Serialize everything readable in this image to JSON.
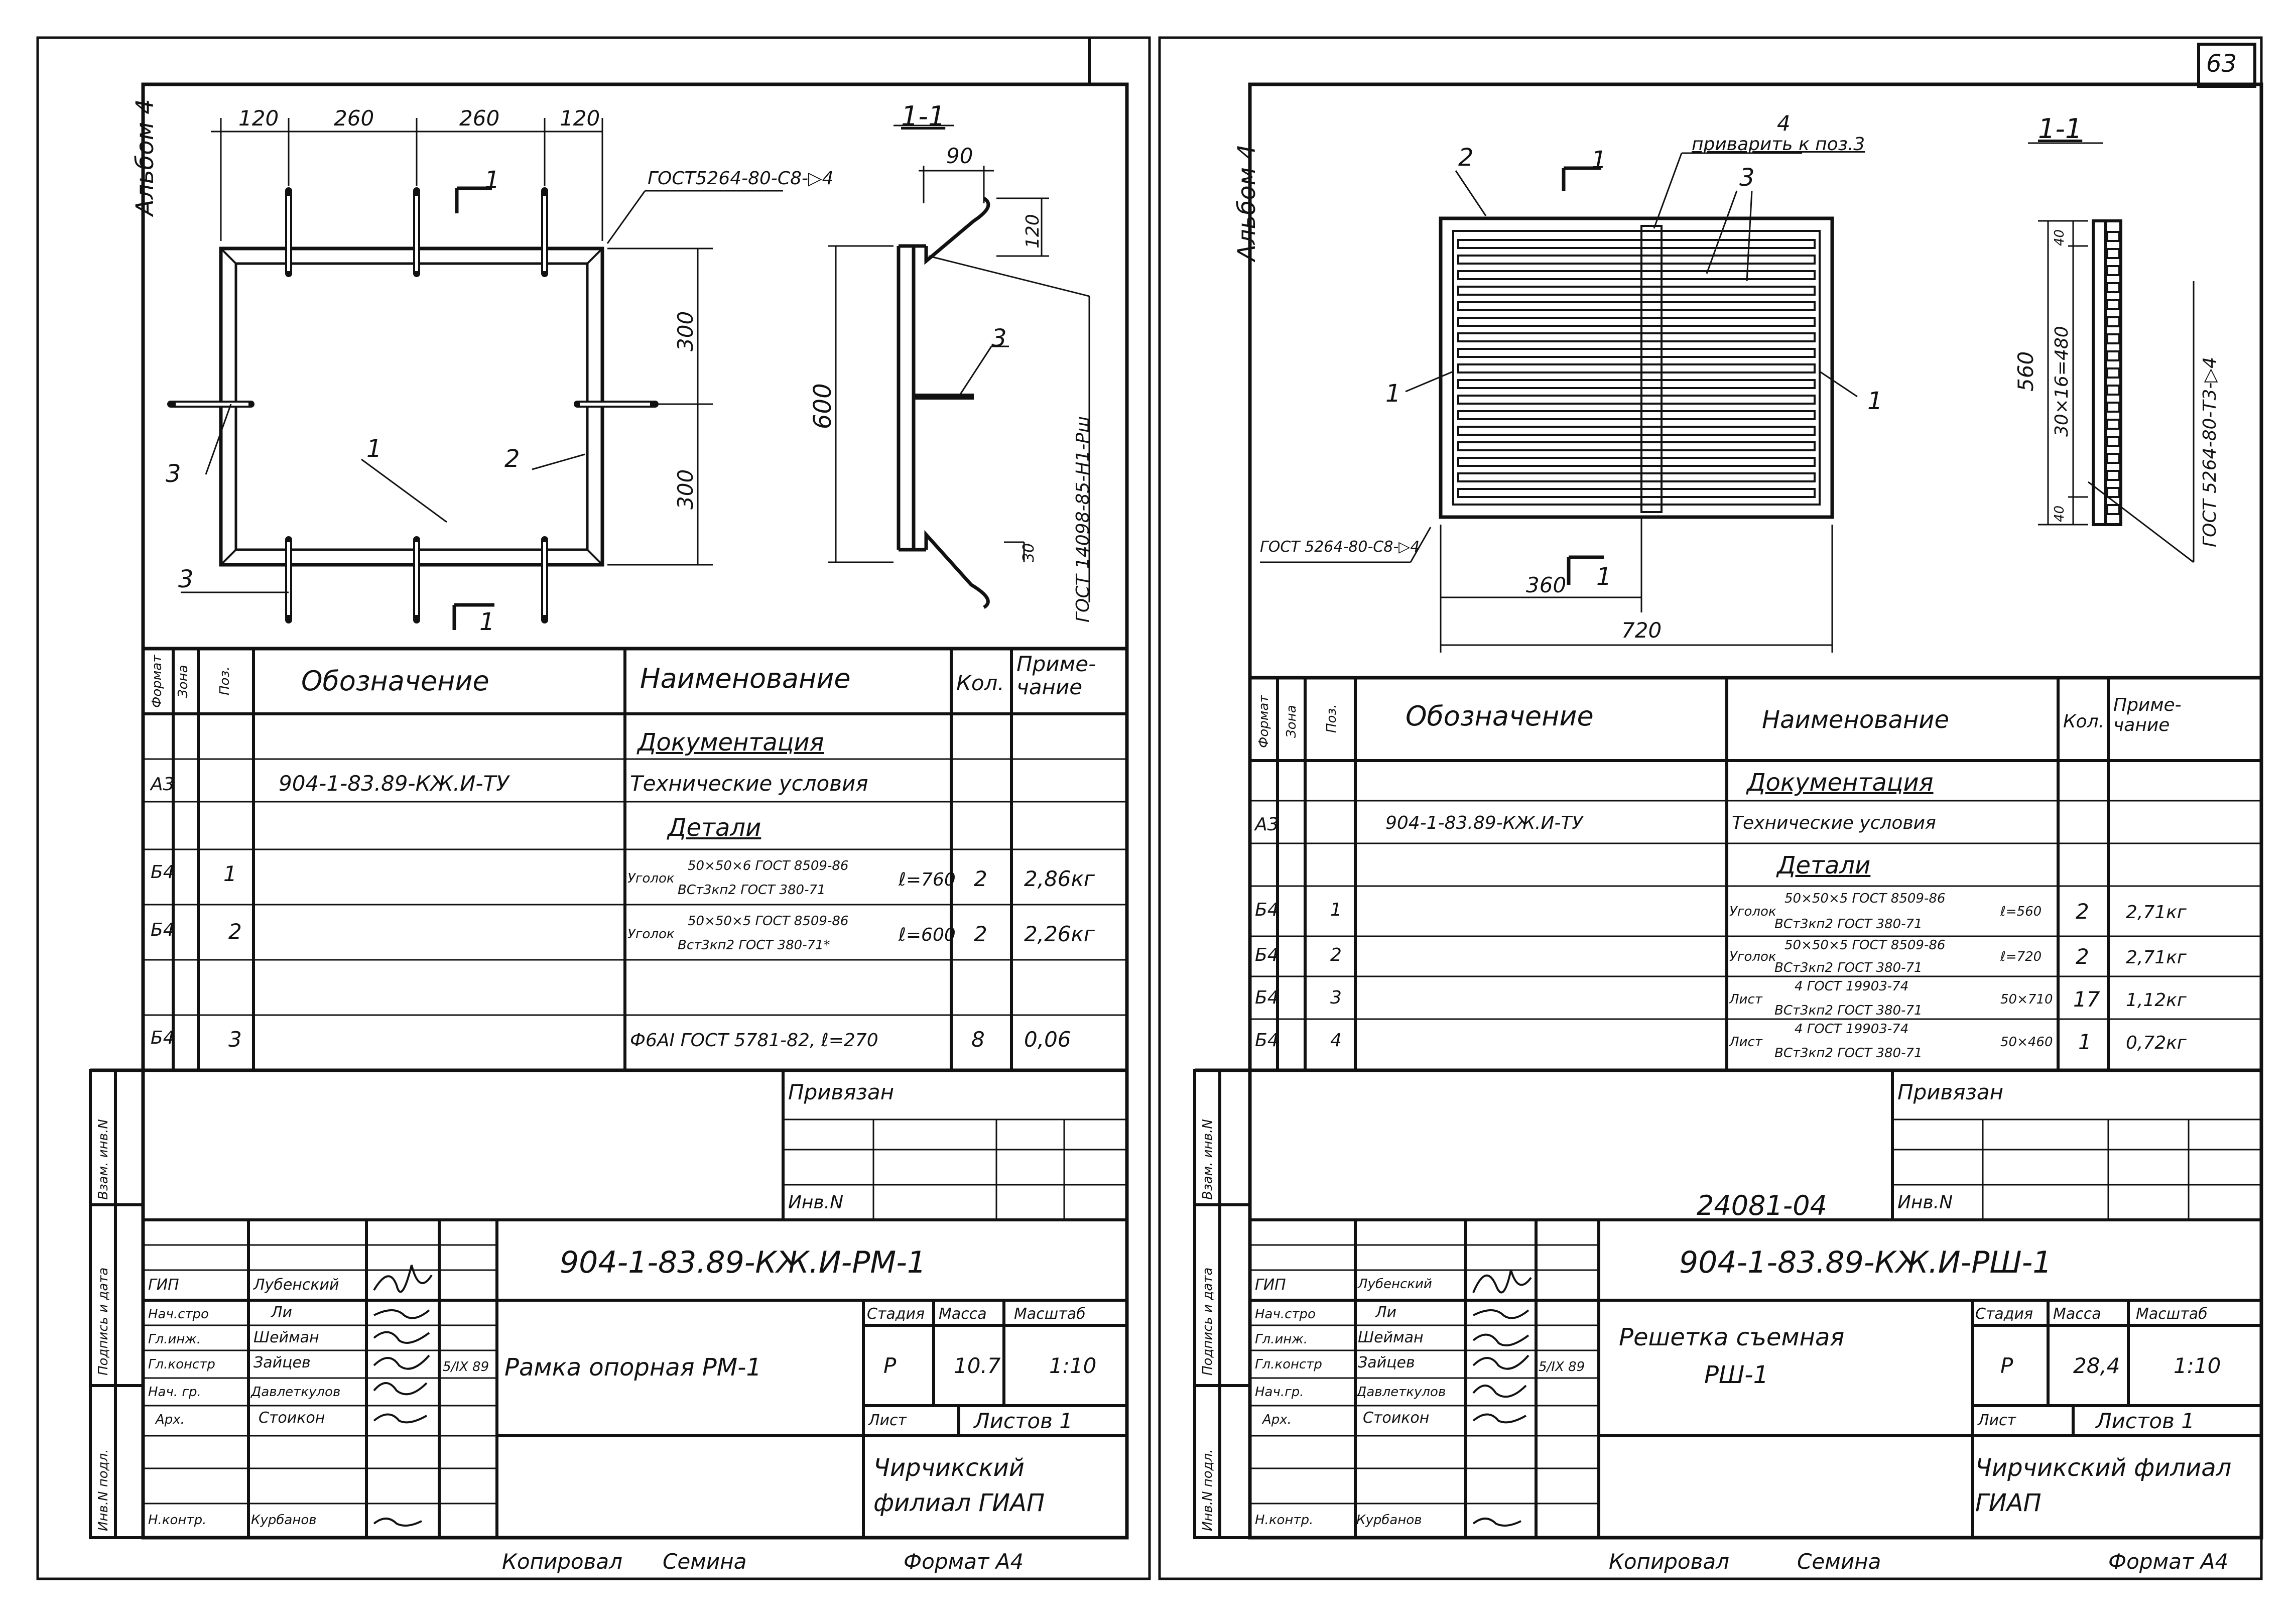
{
  "page_number": "63",
  "album": "Альбом 4",
  "left": {
    "section_label": "1-1",
    "dims_top": [
      "120",
      "260",
      "260",
      "120"
    ],
    "dim_300_a": "300",
    "dim_300_b": "300",
    "dim_600": "600",
    "dim_90": "90",
    "dim_120": "120",
    "dim_30": "30",
    "cut_mark": "1",
    "callouts": [
      "1",
      "2",
      "3",
      "3",
      "3"
    ],
    "weld_note": "ГОСТ5264-80-С8-▷4",
    "gost_side": "ГОСТ 14098-85-Н1-Рш",
    "table_headers": {
      "format": "Формат",
      "zone": "Зона",
      "pos": "Поз.",
      "designation": "Обозначение",
      "name": "Наименование",
      "qty": "Кол.",
      "note": "Приме- чание"
    },
    "rows": [
      {
        "format": "",
        "pos": "",
        "designation": "",
        "name": "Документация",
        "qty": "",
        "note": ""
      },
      {
        "format": "А3",
        "pos": "",
        "designation": "904-1-83.89-КЖ.И-ТУ",
        "name": "Технические условия",
        "qty": "",
        "note": ""
      },
      {
        "format": "",
        "pos": "",
        "designation": "",
        "name": "Детали",
        "qty": "",
        "note": ""
      },
      {
        "format": "Б4",
        "pos": "1",
        "designation": "",
        "name_prefix": "Уголок",
        "name_top": "50×50×6 ГОСТ 8509-86",
        "name_bottom": "ВСт3кп2 ГОСТ 380-71",
        "name_len": "ℓ=760",
        "qty": "2",
        "note": "2,86кг"
      },
      {
        "format": "Б4",
        "pos": "2",
        "designation": "",
        "name_prefix": "Уголок",
        "name_top": "50×50×5 ГОСТ 8509-86",
        "name_bottom": "Вст3кп2 ГОСТ 380-71*",
        "name_len": "ℓ=600",
        "qty": "2",
        "note": "2,26кг"
      },
      {
        "format": "Б4",
        "pos": "3",
        "designation": "",
        "name": "Ф6АI ГОСТ 5781-82,  ℓ=270",
        "qty": "8",
        "note": "0,06"
      }
    ],
    "privyazan": "Привязан",
    "inv_no": "Инв.N",
    "code": "904-1-83.89-КЖ.И-РМ-1",
    "title": "Рамка опорная РМ-1",
    "stage_h": "Стадия",
    "mass_h": "Масса",
    "scale_h": "Масштаб",
    "stage": "Р",
    "mass": "10.7",
    "scale": "1:10",
    "sheet": "Лист",
    "sheets": "Листов 1",
    "org": "Чирчикский филиал ГИАП",
    "roles": [
      "ГИП",
      "Нач.стро",
      "Гл.инж.",
      "Гл.констр",
      "Нач. гр.",
      "Арх.",
      "",
      "Н.контр."
    ],
    "names": [
      "Лубенский",
      "Ли",
      "Шейман",
      "Зайцев",
      "Давлеткулов",
      "Стоикон",
      "",
      "Курбанов"
    ],
    "date": "5/IX 89",
    "side_labels": [
      "Инв.N подл.",
      "Подпись и дата",
      "Взам. инв.N"
    ],
    "copied": "Копировал",
    "copier": "Семина",
    "format_label": "Формат А4"
  },
  "right": {
    "section_label": "1-1",
    "callouts": [
      "2",
      "1",
      "1",
      "3",
      "4"
    ],
    "weld_to": "приварить к поз.3",
    "cut_mark": "1",
    "dim_360": "360",
    "dim_720": "720",
    "dim_560": "560",
    "dim_40a": "40",
    "dim_40b": "40",
    "dim_pitch": "30×16=480",
    "gost_left": "ГОСТ 5264-80-С8-▷4",
    "gost_side": "ГОСТ 5264-80-Т3-▷4",
    "table_headers": {
      "format": "Формат",
      "zone": "Зона",
      "pos": "Поз.",
      "designation": "Обозначение",
      "name": "Наименование",
      "qty": "Кол.",
      "note": "Приме- чание"
    },
    "rows": [
      {
        "format": "",
        "pos": "",
        "designation": "",
        "name": "Документация",
        "qty": "",
        "note": ""
      },
      {
        "format": "А3",
        "pos": "",
        "designation": "904-1-83.89-КЖ.И-ТУ",
        "name": "Технические условия",
        "qty": "",
        "note": ""
      },
      {
        "format": "",
        "pos": "",
        "designation": "",
        "name": "Детали",
        "qty": "",
        "note": ""
      },
      {
        "format": "Б4",
        "pos": "1",
        "designation": "",
        "name_prefix": "Уголок",
        "name_top": "50×50×5 ГОСТ 8509-86",
        "name_bottom": "ВСт3кп2 ГОСТ 380-71",
        "name_len": "ℓ=560",
        "qty": "2",
        "note": "2,71кг"
      },
      {
        "format": "Б4",
        "pos": "2",
        "designation": "",
        "name_prefix": "Уголок",
        "name_top": "50×50×5 ГОСТ 8509-86",
        "name_bottom": "ВСт3кп2 ГОСТ 380-71",
        "name_len": "ℓ=720",
        "qty": "2",
        "note": "2,71кг"
      },
      {
        "format": "Б4",
        "pos": "3",
        "designation": "",
        "name_prefix": "Лист",
        "name_top": "4 ГОСТ 19903-74",
        "name_bottom": "ВСт3кп2 ГОСТ 380-71",
        "name_len": "50×710",
        "qty": "17",
        "note": "1,12кг"
      },
      {
        "format": "Б4",
        "pos": "4",
        "designation": "",
        "name_prefix": "Лист",
        "name_top": "4 ГОСТ 19903-74",
        "name_bottom": "ВСт3кп2 ГОСТ 380-71",
        "name_len": "50×460",
        "qty": "1",
        "note": "0,72кг"
      }
    ],
    "privyazan": "Привязан",
    "inv_no": "Инв.N",
    "inv_value": "24081-04",
    "code": "904-1-83.89-КЖ.И-РШ-1",
    "title1": "Решетка съемная",
    "title2": "РШ-1",
    "stage_h": "Стадия",
    "mass_h": "Масса",
    "scale_h": "Масштаб",
    "stage": "Р",
    "mass": "28,4",
    "scale": "1:10",
    "sheet": "Лист",
    "sheets": "Листов 1",
    "org": "Чирчикский филиал ГИАП",
    "roles": [
      "ГИП",
      "Нач.стро",
      "Гл.инж.",
      "Гл.констр",
      "Нач.гр.",
      "Арх.",
      "",
      "Н.контр."
    ],
    "names": [
      "Лубенский",
      "Ли",
      "Шейман",
      "Зайцев",
      "Давлеткулов",
      "Стоикон",
      "",
      "Курбанов"
    ],
    "date": "5/IX 89",
    "side_labels": [
      "Инв.N подл.",
      "Подпись и дата",
      "Взам. инв.N"
    ],
    "copied": "Копировал",
    "copier": "Семина",
    "format_label": "Формат А4"
  }
}
